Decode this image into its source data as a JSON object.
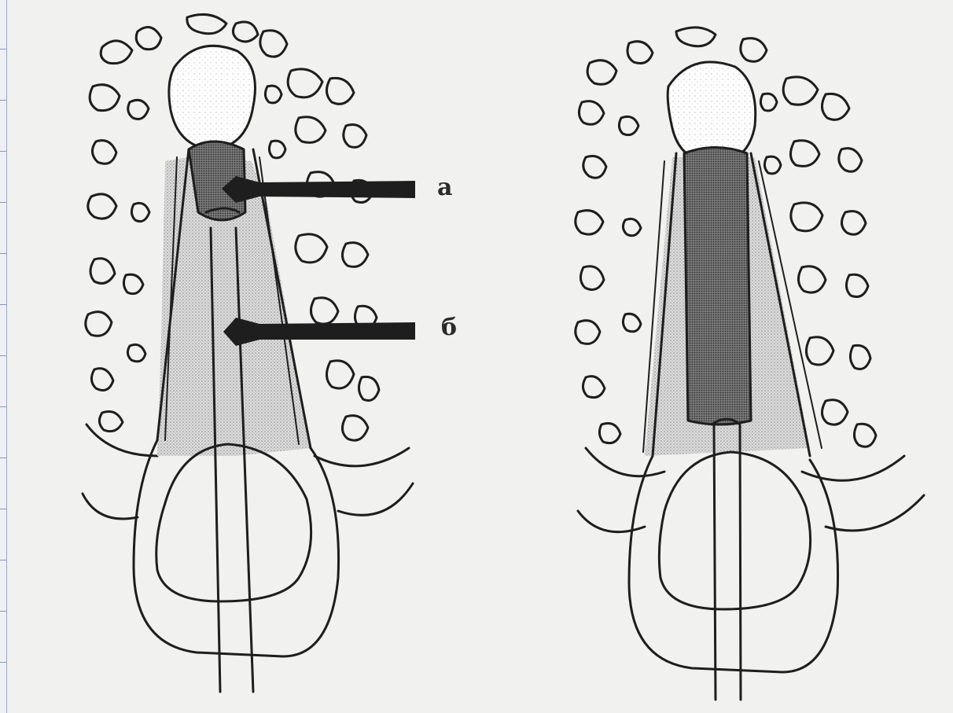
{
  "labels": {
    "a": "а",
    "b": "б"
  },
  "colors": {
    "background": "#f1f1f0",
    "ink": "#1e1e1e",
    "filling_dark": "#5a5a5a",
    "shade_light": "#bdbdbd",
    "ruler_accent": "#8896b8"
  },
  "panels": [
    {
      "id": "left",
      "arrows": [
        "a",
        "b"
      ]
    },
    {
      "id": "right",
      "arrows": []
    }
  ]
}
